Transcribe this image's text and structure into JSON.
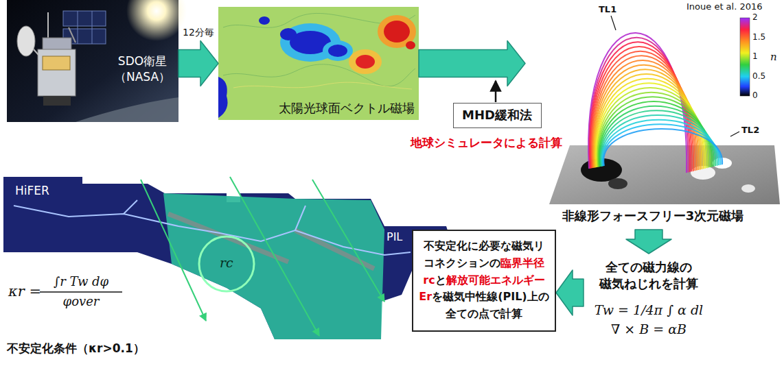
{
  "diagram": {
    "nodes": [
      {
        "text": [
          "SDO衛星 （NASA）"
        ]
      },
      {
        "text": [
          "太陽光球面ベクトル磁場"
        ]
      },
      {
        "text": [
          "MHD緩和法"
        ]
      },
      {
        "text": [
          "非線形フォースフリー3次元磁場"
        ]
      },
      {
        "text": [
          "全ての磁力線の 磁気ねじれを計算",
          "Tw = 1/4π ∫ α dl",
          "∇ × B = αB"
        ]
      },
      {
        "text": [
          "不安定化に必要な磁気リコネクションの",
          "臨界半径 rc",
          "と",
          "解放可能エネルギーEr",
          "を磁気中性線(PIL)上の全ての点で計算"
        ]
      }
    ],
    "edges": [
      {
        "from": 0,
        "to": 1,
        "arrow": "to",
        "label": "12分毎"
      },
      {
        "from": 1,
        "to": 3,
        "arrow": "to"
      },
      {
        "from": 3,
        "to": 4,
        "arrow": "to"
      },
      {
        "from": 4,
        "to": 5,
        "arrow": "to"
      }
    ],
    "labels": [
      "地球シミュレータによる計算",
      "Inoue et al. 2016",
      "TL1",
      "TL2",
      "n",
      "2",
      "1.5",
      "1",
      "0.5",
      "0",
      "HiFER",
      "PIL",
      "rc",
      "κr =",
      "∫r Tw dφ",
      "φover",
      "不安定化条件（κr>0.1）"
    ]
  }
}
